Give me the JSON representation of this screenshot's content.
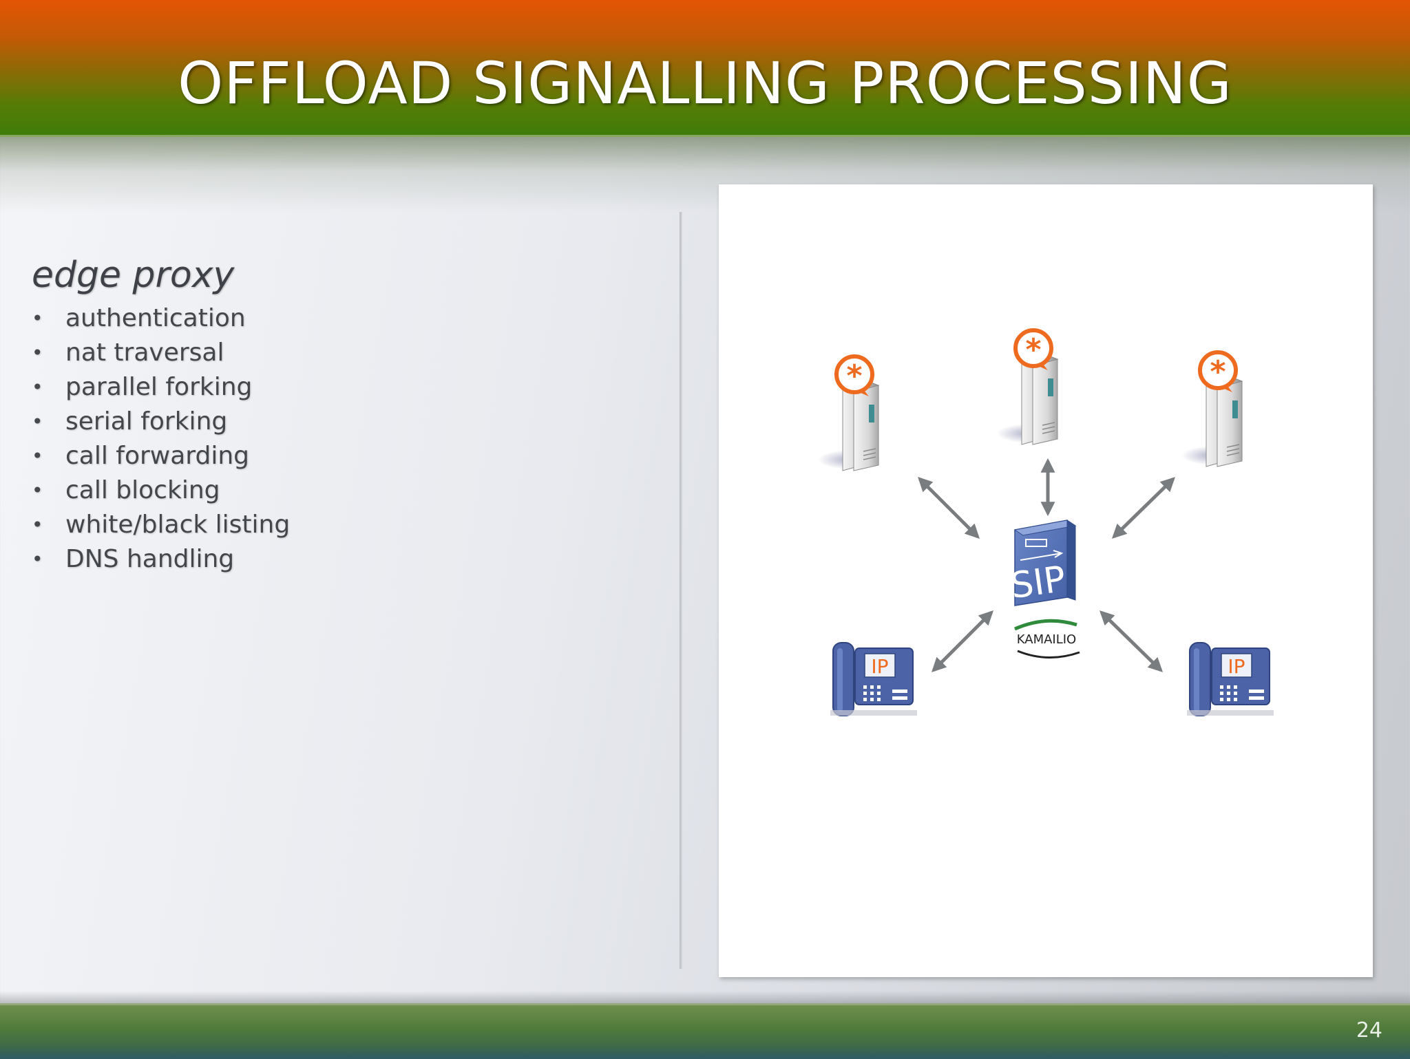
{
  "slide": {
    "title": "OFFLOAD SIGNALLING PROCESSING",
    "page_number": "24"
  },
  "left": {
    "heading": "edge proxy",
    "bullet_glyph": "•",
    "items": [
      "authentication",
      "nat traversal",
      "parallel forking",
      "serial forking",
      "call forwarding",
      "call blocking",
      "white/black listing",
      "DNS handling"
    ]
  },
  "diagram": {
    "center_label": "KAMAILIO",
    "sip_text": "SIP",
    "phone_label": "IP",
    "icons": {
      "asterisk_server": "asterisk-server-icon",
      "sip_proxy": "sip-server-icon",
      "ip_phone": "ip-phone-icon"
    },
    "colors": {
      "asterisk_orange": "#ee6a1f",
      "sip_blue": "#4f6fb6",
      "arrow_gray": "#7a7d80",
      "kamailio_green": "#2f8a3c"
    }
  }
}
